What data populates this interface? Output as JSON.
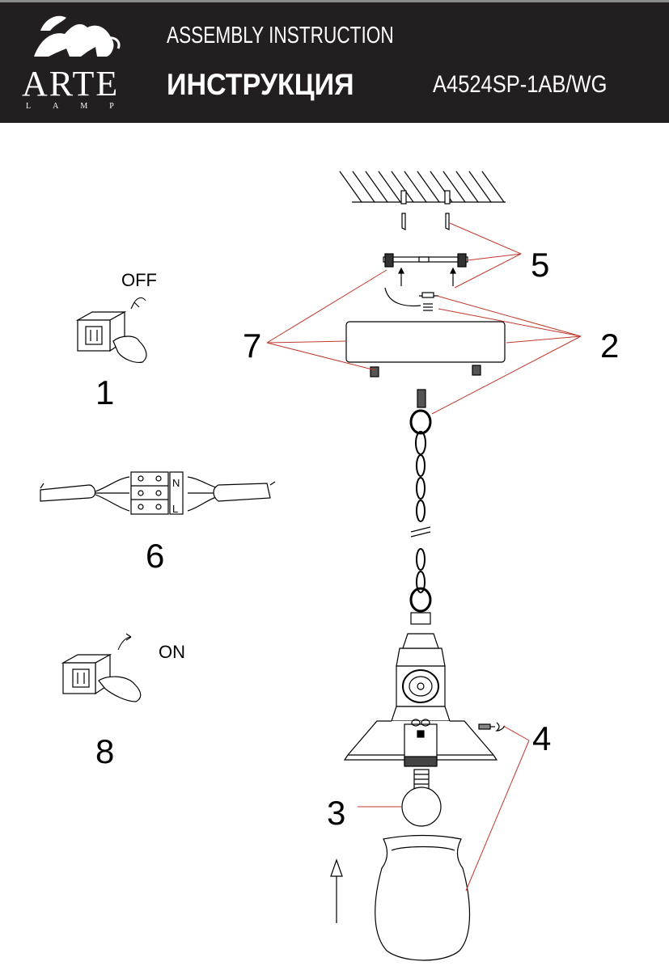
{
  "header": {
    "brand_name": "ARTE",
    "brand_sub": "LAMP",
    "title_en": "ASSEMBLY INSTRUCTION",
    "title_ru": "ИНСТРУКЦИЯ",
    "model": "A4524SP-1AB/WG"
  },
  "steps": {
    "switch_off": {
      "number": "1",
      "label": "OFF"
    },
    "mounting": {
      "number": "2"
    },
    "bulb": {
      "number": "3"
    },
    "shade": {
      "number": "4"
    },
    "bracket": {
      "number": "5"
    },
    "wiring": {
      "number": "6"
    },
    "canopy": {
      "number": "7"
    },
    "switch_on": {
      "number": "8",
      "label": "ON"
    }
  },
  "terminal": {
    "n_label": "N",
    "l_label": "L"
  },
  "colors": {
    "header_bg": "#231f20",
    "leader_line": "#c0392b",
    "ink": "#000000"
  }
}
